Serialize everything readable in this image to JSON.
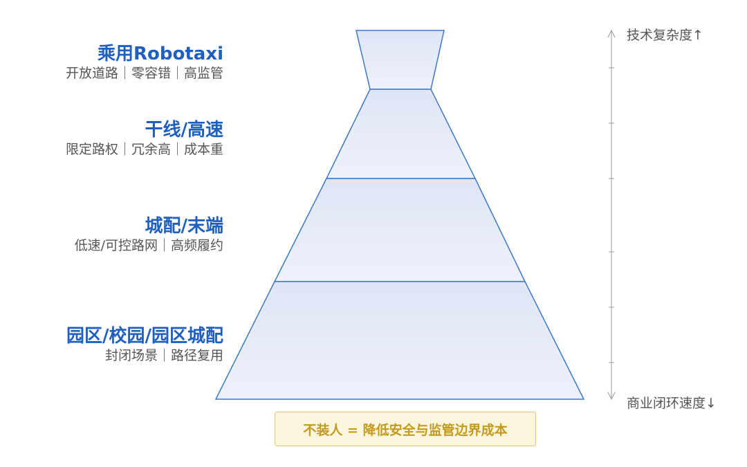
{
  "tiers": [
    {
      "title": "乘用Robotaxi",
      "subtitle": "开放道路｜零容错｜高监管"
    },
    {
      "title": "干线/高速",
      "subtitle": "限定路权｜冗余高｜成本重"
    },
    {
      "title": "城配/末端",
      "subtitle": "低速/可控路网｜高频履约"
    },
    {
      "title": "园区/校园/园区城配",
      "subtitle": "封闭场景｜路径复用"
    }
  ],
  "axis": {
    "top_label": "技术复杂度↑",
    "bottom_label": "商业闭环速度↓"
  },
  "callout": {
    "text": "不装人 = 降低安全与监管边界成本"
  },
  "colors": {
    "title_blue": "#1f5fbf",
    "pyramid_fill": "#e3e8f7",
    "pyramid_stroke": "#3a78c6",
    "callout_fill": "#fdf6df",
    "callout_border": "#e2c773",
    "callout_text": "#c49a1c"
  }
}
